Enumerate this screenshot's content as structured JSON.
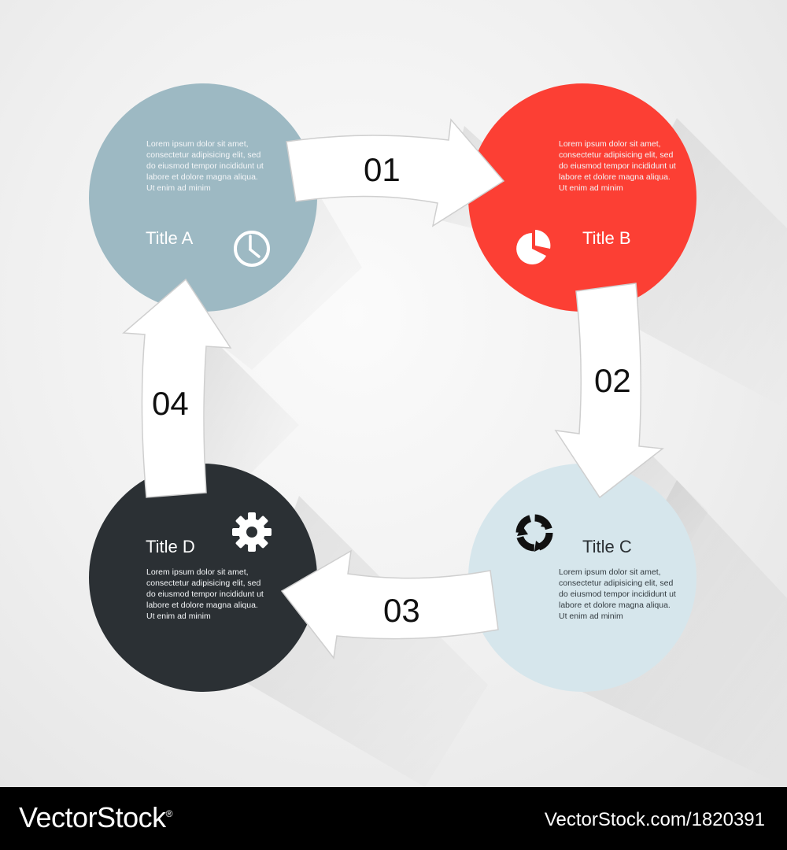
{
  "colors": {
    "step_a": "#9db9c3",
    "step_b": "#fc3f34",
    "step_c": "#d6e6ec",
    "step_d": "#2b3034",
    "arrow": "#ffffff"
  },
  "steps": [
    {
      "title": "Title A",
      "body": "Lorem ipsum dolor sit amet, consectetur adipisicing elit, sed do eiusmod tempor incididunt ut labore et dolore magna aliqua. Ut enim ad minim",
      "icon": "clock-icon"
    },
    {
      "title": "Title B",
      "body": "Lorem ipsum dolor sit amet, consectetur adipisicing elit, sed do eiusmod tempor incididunt ut labore et dolore magna aliqua. Ut enim ad minim",
      "icon": "pie-chart-icon"
    },
    {
      "title": "Title C",
      "body": "Lorem ipsum dolor sit amet, consectetur adipisicing elit, sed do eiusmod tempor incididunt ut labore et dolore magna aliqua. Ut enim ad minim",
      "icon": "cycle-icon"
    },
    {
      "title": "Title D",
      "body": "Lorem ipsum dolor sit amet, consectetur adipisicing elit, sed do eiusmod tempor incididunt ut labore et dolore magna aliqua. Ut enim ad minim",
      "icon": "gear-icon"
    }
  ],
  "arrows": [
    {
      "label": "01"
    },
    {
      "label": "02"
    },
    {
      "label": "03"
    },
    {
      "label": "04"
    }
  ],
  "footer": {
    "brand": "VectorStock",
    "brand_mark": "®",
    "url": "VectorStock.com/1820391"
  }
}
